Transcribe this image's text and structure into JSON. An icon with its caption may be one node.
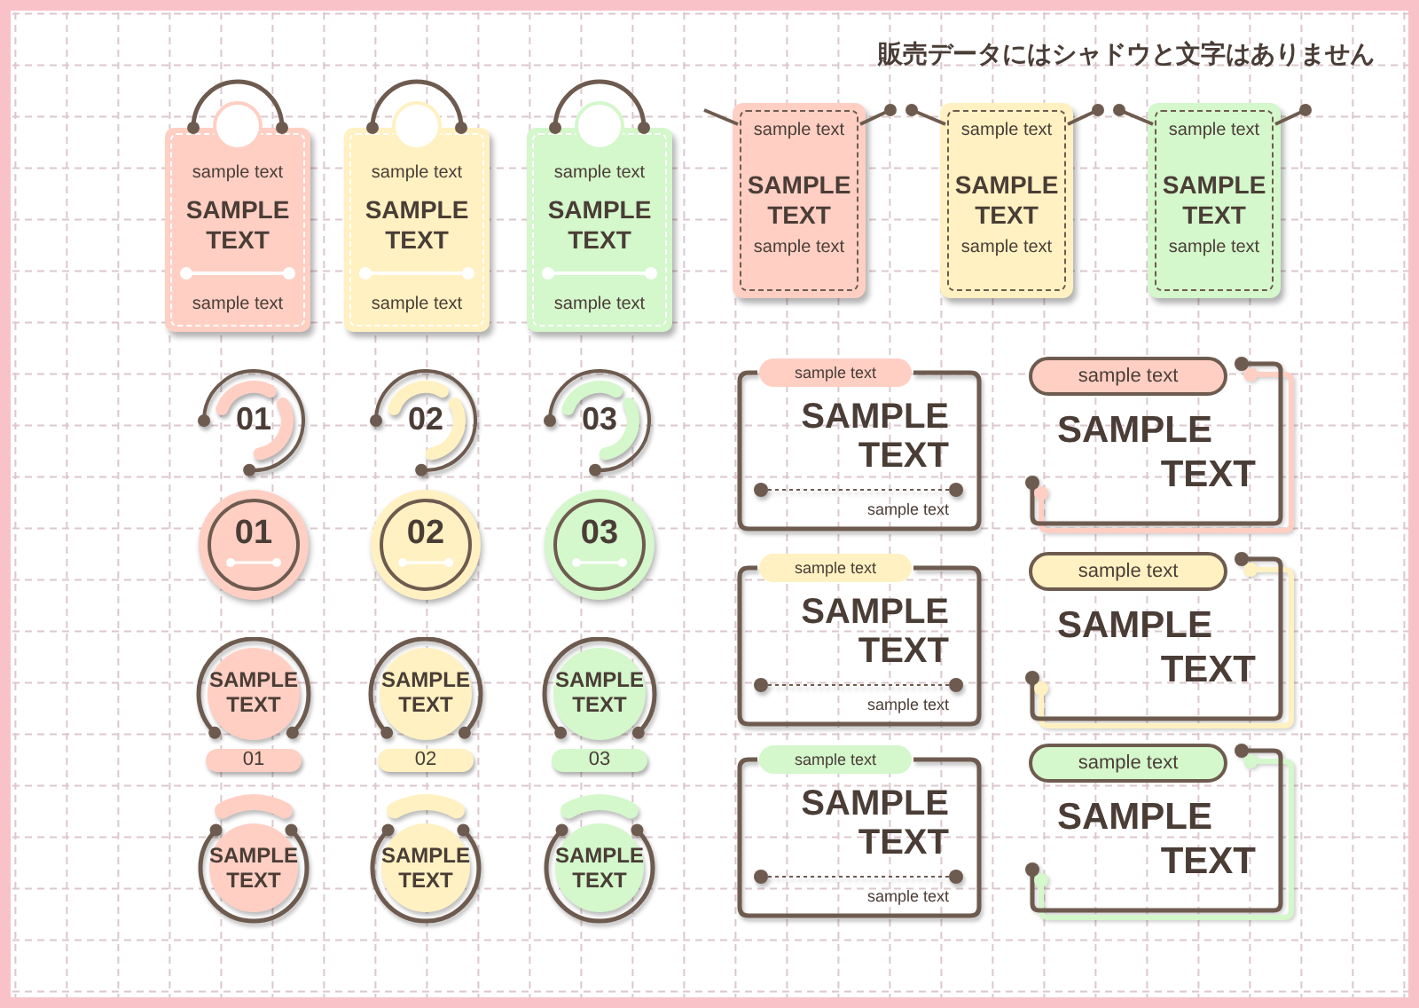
{
  "diagram": {
    "nodes": [
      {
        "text": [
          "sample text",
          "SAMPLE TEXT",
          "sample text"
        ]
      },
      {
        "text": [
          "sample text",
          "SAMPLE TEXT",
          "sample text"
        ]
      },
      {
        "text": [
          "sample text",
          "SAMPLE TEXT",
          "sample text"
        ]
      },
      {
        "text": [
          "sample text",
          "SAMPLE TEXT",
          "sample text"
        ]
      },
      {
        "text": [
          "sample text",
          "SAMPLE TEXT",
          "sample text"
        ]
      },
      {
        "text": [
          "sample text",
          "SAMPLE TEXT",
          "sample text"
        ]
      },
      {
        "text": [
          "01"
        ]
      },
      {
        "text": [
          "02"
        ]
      },
      {
        "text": [
          "03"
        ]
      },
      {
        "text": [
          "01"
        ]
      },
      {
        "text": [
          "02"
        ]
      },
      {
        "text": [
          "03"
        ]
      },
      {
        "text": [
          "SAMPLE TEXT"
        ]
      },
      {
        "text": [
          "01"
        ]
      },
      {
        "text": [
          "SAMPLE TEXT"
        ]
      },
      {
        "text": [
          "02"
        ]
      },
      {
        "text": [
          "SAMPLE TEXT"
        ]
      },
      {
        "text": [
          "03"
        ]
      },
      {
        "text": [
          "SAMPLE TEXT"
        ]
      },
      {
        "text": [
          "SAMPLE TEXT"
        ]
      },
      {
        "text": [
          "SAMPLE TEXT"
        ]
      },
      {
        "text": [
          "sample text",
          "SAMPLE TEXT",
          "sample text"
        ]
      },
      {
        "text": [
          "sample text",
          "SAMPLE TEXT",
          "sample text"
        ]
      },
      {
        "text": [
          "sample text",
          "SAMPLE TEXT",
          "sample text"
        ]
      },
      {
        "text": [
          "sample text",
          "SAMPLE TEXT"
        ]
      },
      {
        "text": [
          "sample text",
          "SAMPLE TEXT"
        ]
      },
      {
        "text": [
          "sample text",
          "SAMPLE TEXT"
        ]
      }
    ],
    "labels": [
      "販売データにはシャドウと文字はありません"
    ]
  }
}
